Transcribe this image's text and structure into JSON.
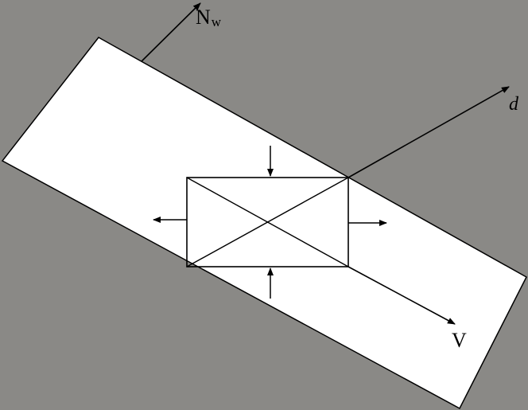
{
  "colors": {
    "background": "#8a8986",
    "band": "#ffffff",
    "stroke": "#000000"
  },
  "labels": {
    "normal_main": "N",
    "normal_sub": "w",
    "direction": "d",
    "velocity": "V"
  }
}
